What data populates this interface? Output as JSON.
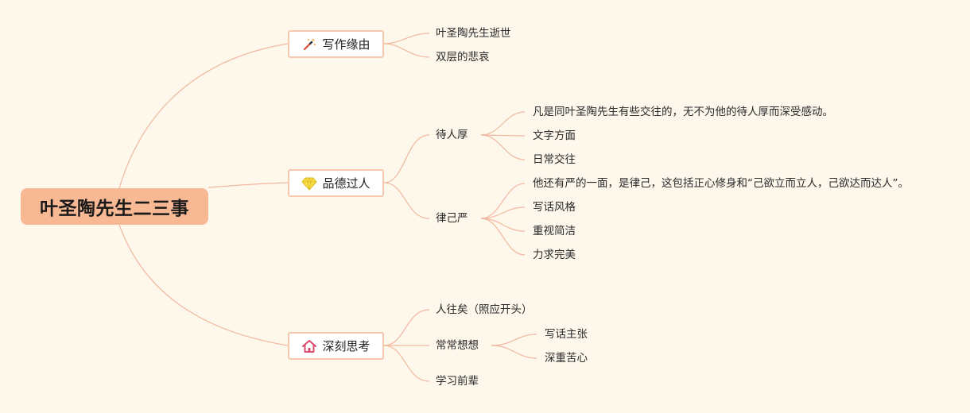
{
  "root": {
    "label": "叶圣陶先生二三事"
  },
  "branches": [
    {
      "label": "写作缘由",
      "icon": "magic-wand-icon",
      "children": [
        {
          "label": "叶圣陶先生逝世"
        },
        {
          "label": "双层的悲哀"
        }
      ]
    },
    {
      "label": "品德过人",
      "icon": "diamond-icon",
      "children": [
        {
          "label": "待人厚",
          "children": [
            {
              "label": "凡是同叶圣陶先生有些交往的，无不为他的待人厚而深受感动。"
            },
            {
              "label": "文字方面"
            },
            {
              "label": "日常交往"
            }
          ]
        },
        {
          "label": "律己严",
          "children": [
            {
              "label": "他还有严的一面，是律己，这包括正心修身和“己欲立而立人，己欲达而达人”。"
            },
            {
              "label": "写话风格"
            },
            {
              "label": "重视简洁"
            },
            {
              "label": "力求完美"
            }
          ]
        }
      ]
    },
    {
      "label": "深刻思考",
      "icon": "house-icon",
      "children": [
        {
          "label": "人往矣（照应开头）"
        },
        {
          "label": "常常想想",
          "children": [
            {
              "label": "写话主张"
            },
            {
              "label": "深重苦心"
            }
          ]
        },
        {
          "label": "学习前辈"
        }
      ]
    }
  ],
  "colors": {
    "background": "#fdf7ec",
    "root_fill": "#f7b994",
    "branch_border": "#f6c9ae",
    "connector": "#f2b8a0"
  }
}
